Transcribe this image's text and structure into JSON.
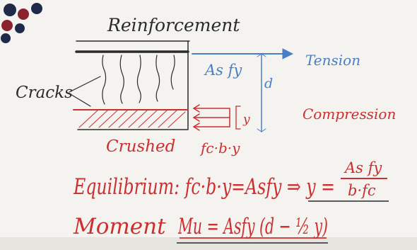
{
  "colors": {
    "board": "#f4f3ef",
    "board_shadow": "#e6e4de",
    "black_ink": "#2b2b2b",
    "blue_ink": "#4a7fc4",
    "red_ink": "#cc2f2f",
    "magnet_navy": "#1f2a4a",
    "magnet_red": "#8a2230"
  },
  "labels": {
    "reinforcement": "Reinforcement",
    "tension": "Tension",
    "as_fy": "As fy",
    "d": "d",
    "cracks": "Cracks",
    "y": "y",
    "compression": "Compression",
    "crushed": "Crushed",
    "fc_b_y": "fc·b·y"
  },
  "equations": {
    "equilibrium": "Equilibrium: fc·b·y=Asfy ⇒ y =",
    "fraction_num": "As fy",
    "fraction_den": "b·fc",
    "moment_word": "Moment",
    "moment_expr": "Mu = Asfy (d − ½ y)"
  }
}
